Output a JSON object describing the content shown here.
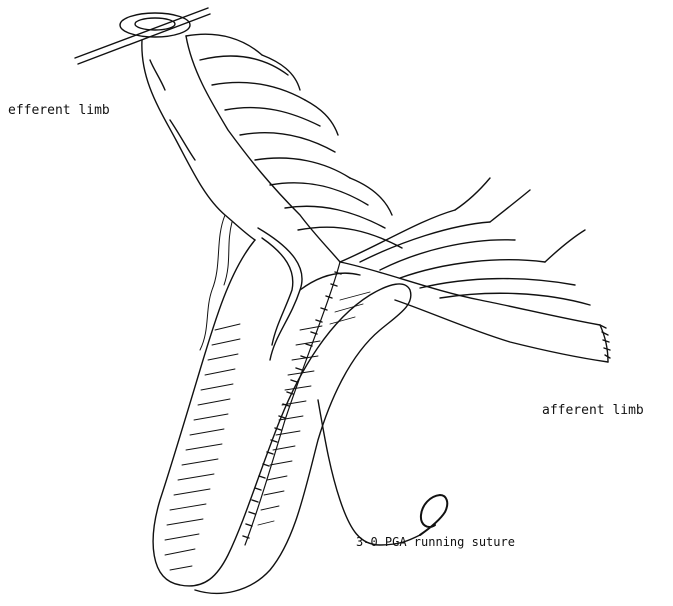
{
  "labels": {
    "efferent": "efferent limb",
    "afferent": "afferent limb",
    "suture": "3-0 PGA running suture"
  },
  "colors": {
    "ink": "#111111",
    "paper": "#ffffff"
  }
}
